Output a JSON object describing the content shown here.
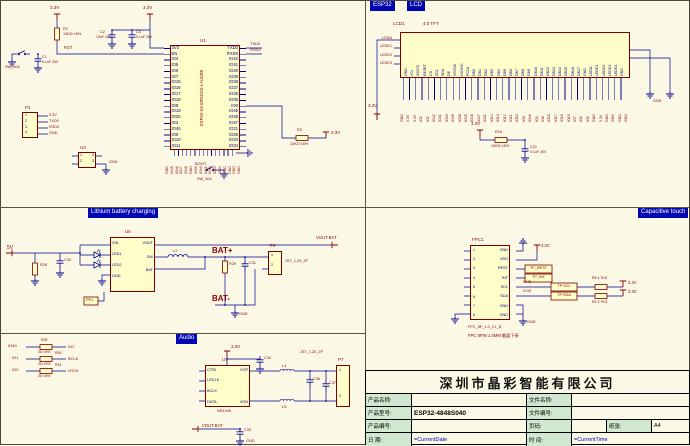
{
  "colors": {
    "sheet": "#fbf9e6",
    "wire": "#00008b",
    "component_outline": "#7a0000",
    "component_fill": "#fffdc8",
    "net_text": "#8b0000",
    "banner_bg": "#0007b0",
    "special_text": "#0000d0",
    "label_cell_green": "#cfe8cf"
  },
  "banners": {
    "esp32": "ESP32",
    "lcd": "LCD",
    "battery": "Lithium battery charging",
    "touch": "Capacitive touch",
    "audio": "Audio"
  },
  "labels": {
    "v33": "3.3V",
    "v5": "5V",
    "gnd": "GND"
  },
  "esp32": {
    "r1": {
      "ref": "R1",
      "val": "10KΩ ±5%"
    },
    "r2": {
      "ref": "R2",
      "val": "10KΩ ±5%"
    },
    "c1": {
      "ref": "C1",
      "val": "0.1uF 25V"
    },
    "c2": {
      "ref": "C2",
      "val": "10uF 16V"
    },
    "c3": {
      "ref": "C3",
      "val": "0.1uF 25V"
    },
    "sw1": "SW_304",
    "sw2": "SW_304",
    "rst": "RST",
    "boot": "BOOT",
    "txd": "TXD0",
    "rxd": "RXD0",
    "u1": {
      "ref": "U1",
      "val": "ESP32-S3-WROOM-1-N16R8",
      "left": [
        "3V3",
        "EN",
        "IO4",
        "IO5",
        "IO6",
        "IO7",
        "IO15",
        "IO16",
        "IO17",
        "IO18",
        "IO8",
        "IO19",
        "IO20",
        "IO3",
        "IO46",
        "IO9",
        "IO10",
        "IO11"
      ],
      "right": [
        "TXD0",
        "RXD0",
        "IO42",
        "IO41",
        "IO40",
        "IO39",
        "IO38",
        "IO37",
        "IO36",
        "IO35",
        "IO0",
        "IO45",
        "IO48",
        "IO47",
        "IO21",
        "IO26",
        "IO33",
        "IO34"
      ],
      "bottom": [
        "GND",
        "IO45",
        "IO46",
        "IO47",
        "IO48",
        "GND",
        "IO39",
        "IO40",
        "IO41",
        "IO42",
        "IO43",
        "IO44",
        "GND",
        "GND",
        "GND",
        "GND"
      ]
    },
    "p1": {
      "ref": "P1",
      "nums": [
        "1",
        "2",
        "3",
        "4"
      ],
      "nets": [
        "3.3V",
        "TXD0",
        "RXD0",
        "GND"
      ]
    },
    "u3": {
      "ref": "U3",
      "ln": [
        "1",
        "2"
      ],
      "rn": [
        "4",
        "3"
      ]
    }
  },
  "lcd": {
    "conn": {
      "ref": "LCD1",
      "val": "4.0 TFT",
      "left": [
        "LEDA",
        "LEDK1",
        "LEDK2",
        "LEDK3"
      ],
      "pins": [
        "GND",
        "VCI",
        "IOVCC",
        "RESET",
        "CS",
        "SCL",
        "SDA",
        "DE",
        "VSYNC",
        "HSYNC",
        "PCLK",
        "DB0",
        "DB1",
        "DB2",
        "DB3",
        "DB4",
        "DB5",
        "DB6",
        "DB7",
        "DB8",
        "DB9",
        "DB10",
        "DB11",
        "DB12",
        "DB13",
        "DB14",
        "DB15",
        "DB16",
        "DB17",
        "GND",
        "LEDA",
        "LEDK1",
        "LEDK2",
        "LEDK3",
        "LEDK4",
        "GND"
      ],
      "nets": [
        "GND",
        "3.3V",
        "3.3V",
        "IO2",
        "IO1",
        "IO42",
        "IO41",
        "IO40",
        "IO39",
        "IO38",
        "IO45",
        "IO48",
        "IO47",
        "IO21",
        "IO14",
        "IO13",
        "IO12",
        "IO11",
        "IO10",
        "IO9",
        "IO46",
        "IO3",
        "IO8",
        "IO18",
        "IO17",
        "IO16",
        "IO15",
        "IO7",
        "IO6",
        "IO5",
        "GND",
        "3.3V",
        "GND",
        "GND",
        "GND",
        "GND"
      ]
    },
    "r16": {
      "ref": "R16",
      "val": "10KΩ ±5%"
    },
    "c21": {
      "ref": "C21",
      "val": "0.1uF 25V"
    }
  },
  "battery": {
    "u5": {
      "ref": "U5",
      "left": [
        "VIN",
        "LED1",
        "LED2",
        "GND"
      ],
      "right": [
        "VOUT",
        "SW",
        "BAT"
      ]
    },
    "l2": "L2",
    "r28": "R28",
    "c30": "C30",
    "r29": "R29",
    "c31": "C31",
    "pp1": "PP1",
    "p6": {
      "ref": "P6",
      "val": "JST_1.25_2P",
      "nums": [
        "1",
        "2"
      ]
    },
    "batp": "BAT+",
    "batm": "BAT-",
    "vout": "VOUT-BAT"
  },
  "audio": {
    "rows": [
      {
        "net": "IO40",
        "ref": "R25",
        "val": "0Ω ±5%",
        "sig": "DO"
      },
      {
        "net": "IO1",
        "ref": "R26",
        "val": "0Ω ±5%",
        "sig": "BCLK"
      },
      {
        "net": "IO2",
        "ref": "R24",
        "val": "0Ω ±5%",
        "sig": "LRCK"
      }
    ],
    "u7": {
      "ref": "U7",
      "val": "NS4168",
      "left": [
        "CTRL",
        "LRCLK",
        "BCLK",
        "DATA"
      ],
      "right": [
        "VOP",
        "VON"
      ]
    },
    "l4": "L4",
    "l5": "L5",
    "c34": "C34",
    "c36": "C36",
    "c37": "C37",
    "c33": "C33",
    "p7": {
      "ref": "P7",
      "val": "JST_1.25_2P",
      "nums": [
        "1",
        "2"
      ]
    },
    "vout": "VOUT-BAT"
  },
  "touch": {
    "fpc": {
      "ref": "FPC1",
      "nums": [
        "1",
        "2",
        "3",
        "4",
        "5",
        "6",
        "7",
        "8"
      ],
      "pins": [
        "GND",
        "VDD",
        "REST",
        "INT",
        "SCL",
        "SDA",
        "GND",
        "GND"
      ],
      "val": "FPC_8P_1.0_CL_B",
      "desc": "FPC 8PIN 1.0MM 翻盖下接"
    },
    "tp_rest": "TP_REST",
    "tp_int": "TP_INT",
    "tp_scl": "TP SCL",
    "tp_sda": "TP SDA",
    "n45": "IO45",
    "n19": "IO19",
    "r5": "R5 4.7KΩ",
    "r4": "R4 4.7KΩ"
  },
  "titleblock": {
    "company": "深圳市晶彩智能有限公司",
    "product_name_label": "产品名称:",
    "file_name_label": "文件名称:",
    "model_label": "产品型号:",
    "model_value": "ESP32-4848S040",
    "file_no_label": "文件编号:",
    "product_no_label": "产品编号:",
    "page_label": "页码:",
    "paper_label": "纸张:",
    "paper_value": "A4",
    "date_label": "日 期:",
    "date_value": "=CurrentDate",
    "time_label": "时 间:",
    "time_value": "=CurrentTime"
  }
}
